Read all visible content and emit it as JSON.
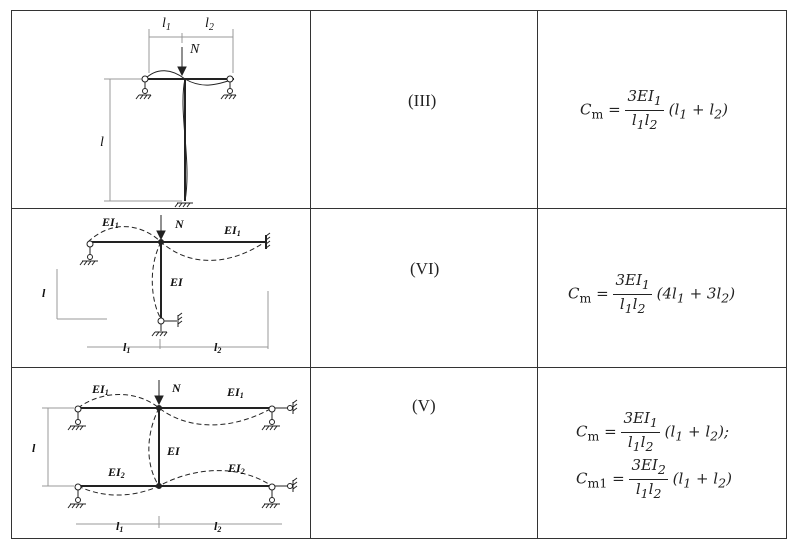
{
  "rows": [
    {
      "scheme": "(III)",
      "diagram_labels": {
        "l1": "l",
        "l1_sub": "1",
        "l2": "l",
        "l2_sub": "2",
        "N": "N",
        "l": "l"
      },
      "formula": {
        "lhs": "C",
        "lhs_sub": "m",
        "num": "3EI",
        "num_sub": "1",
        "den": "l",
        "den_sub1": "1",
        "den_l": "l",
        "den_sub2": "2",
        "tail": "(l",
        "tail_sub1": "1",
        "tail_mid": " + l",
        "tail_sub2": "2",
        "tail_end": ")"
      }
    },
    {
      "scheme": "(VI)",
      "diagram_labels": {
        "EI1_left": "EI",
        "EI1_left_sub": "1",
        "N": "N",
        "EI1_right": "EI",
        "EI1_right_sub": "1",
        "EI": "EI",
        "l": "l",
        "l1": "l",
        "l1_sub": "1",
        "l2": "l",
        "l2_sub": "2"
      },
      "formula": {
        "lhs": "C",
        "lhs_sub": "m",
        "num": "3EI",
        "num_sub": "1",
        "den": "l",
        "den_sub1": "1",
        "den_l": "l",
        "den_sub2": "2",
        "tail": "(4l",
        "tail_sub1": "1",
        "tail_mid": " + 3l",
        "tail_sub2": "2",
        "tail_end": ")"
      }
    },
    {
      "scheme": "(V)",
      "diagram_labels": {
        "EI1_left": "EI",
        "EI1_left_sub": "1",
        "N": "N",
        "EI1_right": "EI",
        "EI1_right_sub": "1",
        "EI": "EI",
        "EI2_left": "EI",
        "EI2_left_sub": "2",
        "EI2_right": "EI",
        "EI2_right_sub": "2",
        "l": "l",
        "l1": "l",
        "l1_sub": "1",
        "l2": "l",
        "l2_sub": "2"
      },
      "formula": {
        "lhs": "C",
        "lhs_sub": "m",
        "num": "3EI",
        "num_sub": "1",
        "den": "l",
        "den_sub1": "1",
        "den_l": "l",
        "den_sub2": "2",
        "tail": "(l",
        "tail_sub1": "1",
        "tail_mid": " + l",
        "tail_sub2": "2",
        "tail_end": ");"
      },
      "formula2": {
        "lhs": "C",
        "lhs_sub": "m1",
        "num": "3EI",
        "num_sub": "2",
        "den": "l",
        "den_sub1": "1",
        "den_l": "l",
        "den_sub2": "2",
        "tail": "(l",
        "tail_sub1": "1",
        "tail_mid": " + l",
        "tail_sub2": "2",
        "tail_end": ")"
      }
    }
  ]
}
